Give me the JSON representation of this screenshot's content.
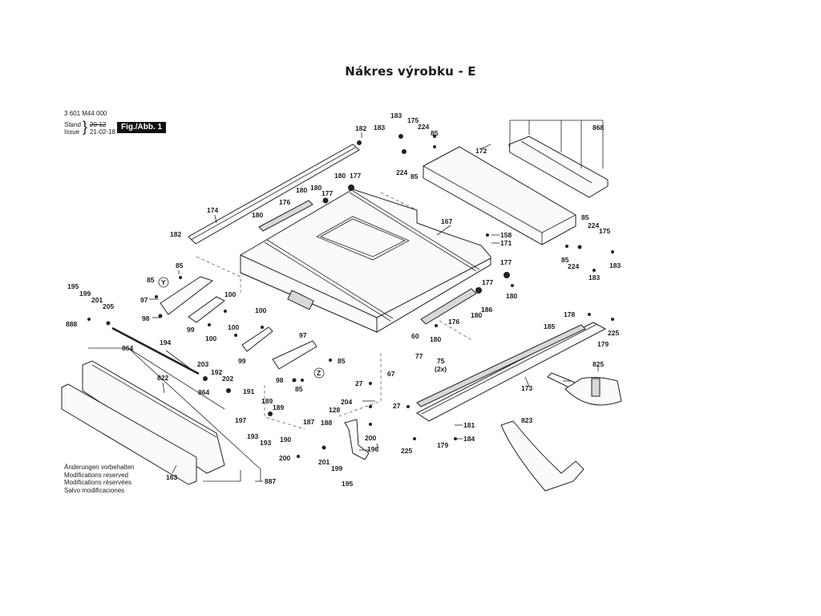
{
  "page": {
    "title": "Nákres výrobku - E"
  },
  "header": {
    "part_number": "3 601 M44 000",
    "stand_label": "Stand",
    "issue_label": "Issue",
    "stand_value": "20-12",
    "issue_value": "21-02-18",
    "figure_label": "Fig./Abb. 1"
  },
  "notes": [
    "Änderungen vorbehalten",
    "Modifications reserved",
    "Modifications réservées",
    "Salvo modificaciones"
  ],
  "callouts": {
    "c182a": "182",
    "c183a": "183",
    "c183b": "183",
    "c175a": "175",
    "c224a": "224",
    "c85a": "85",
    "c224b": "224",
    "c85b": "85",
    "c172": "172",
    "c868": "868",
    "c180a": "180",
    "c177a": "177",
    "c180b": "180",
    "c180c": "180",
    "c177b": "177",
    "c176a": "176",
    "c174": "174",
    "c180d": "180",
    "c167": "167",
    "c182b": "182",
    "c158": "158",
    "c171": "171",
    "c85c": "85",
    "c224c": "224",
    "c175b": "175",
    "c85d": "85",
    "c224d": "224",
    "c183c": "183",
    "c183d": "183",
    "c85e": "85",
    "c85f": "85",
    "cY": "Y",
    "c97a": "97",
    "c98a": "98",
    "c99a": "99",
    "c100a": "100",
    "c100b": "100",
    "c100c": "100",
    "c100d": "100",
    "c99b": "99",
    "c177c": "177",
    "c177d": "177",
    "c180e": "180",
    "c186": "186",
    "c180f": "180",
    "c176b": "176",
    "c180g": "180",
    "c195a": "195",
    "c199a": "199",
    "c201a": "201",
    "c205": "205",
    "c888": "888",
    "c864a": "864",
    "c194": "194",
    "c822": "822",
    "c97b": "97",
    "c85g": "85",
    "cZ": "Z",
    "c98b": "98",
    "c85h": "85",
    "c203": "203",
    "c192": "192",
    "c202": "202",
    "c864b": "864",
    "c191": "191",
    "c189a": "189",
    "c189b": "189",
    "c197": "197",
    "c193a": "193",
    "c193b": "193",
    "c190": "190",
    "c187": "187",
    "c188": "188",
    "c200a": "200",
    "c201b": "201",
    "c199b": "199",
    "c195b": "195",
    "c204": "204",
    "c128": "128",
    "c200b": "200",
    "c196": "196",
    "c163": "163",
    "c887": "887",
    "c60": "60",
    "c77": "77",
    "c75": "75",
    "c75q": "(2x)",
    "c67": "67",
    "c27a": "27",
    "c27b": "27",
    "c178": "178",
    "c225a": "225",
    "c179a": "179",
    "c185": "185",
    "c173": "173",
    "c825": "825",
    "c181": "181",
    "c184": "184",
    "c179b": "179",
    "c225b": "225",
    "c823": "823"
  }
}
